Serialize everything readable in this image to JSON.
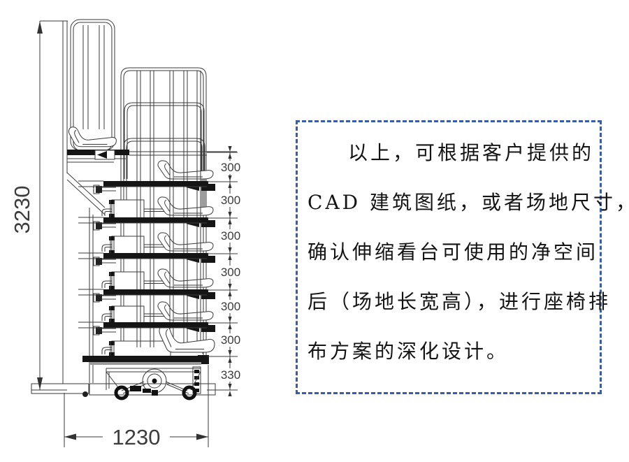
{
  "drawing": {
    "line_color": "#3a3a3a",
    "dimensions": {
      "total_height": "3230",
      "base_width": "1230",
      "base_height": "330",
      "row_rise": [
        "300",
        "300",
        "300",
        "300",
        "300",
        "300"
      ]
    }
  },
  "note_box": {
    "border_color": "#3b5ca8",
    "lines": [
      "以上，可根据客户提供的",
      "CAD 建筑图纸，或者场地尺寸，",
      "确认伸缩看台可使用的净空间",
      "后（场地长宽高），进行座椅排",
      "布方案的深化设计。"
    ]
  }
}
